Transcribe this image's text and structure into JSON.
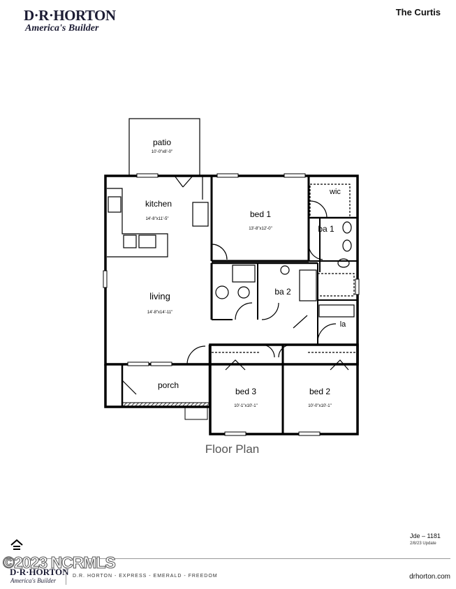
{
  "header": {
    "brand": "D·R·HORTON",
    "tagline": "America's Builder",
    "plan_name": "The Curtis"
  },
  "floorplan": {
    "rooms": {
      "patio": {
        "name": "patio",
        "dims": "10'-0\"x8'-0\""
      },
      "kitchen": {
        "name": "kitchen",
        "dims": "14'-8\"x11'-5\""
      },
      "bed1": {
        "name": "bed 1",
        "dims": "13'-8\"x12'-0\""
      },
      "wic": {
        "name": "wic"
      },
      "ba1": {
        "name": "ba 1"
      },
      "ba2": {
        "name": "ba 2"
      },
      "living": {
        "name": "living",
        "dims": "14'-8\"x14'-11\""
      },
      "la": {
        "name": "la"
      },
      "porch": {
        "name": "porch"
      },
      "bed3": {
        "name": "bed 3",
        "dims": "10'-1\"x10'-1\""
      },
      "bed2": {
        "name": "bed 2",
        "dims": "10'-0\"x10'-1\""
      }
    }
  },
  "caption": "Floor Plan",
  "meta": {
    "code": "Jde – 1181",
    "date": "2/8/23 Update"
  },
  "footer": {
    "watermark": "©2023 NCRMLS",
    "brand": "D·R·HORTON",
    "tagline": "America's Builder",
    "motto": "D.R. HORTON - EXPRESS - EMERALD - FREEDOM",
    "url": "drhorton.com"
  }
}
